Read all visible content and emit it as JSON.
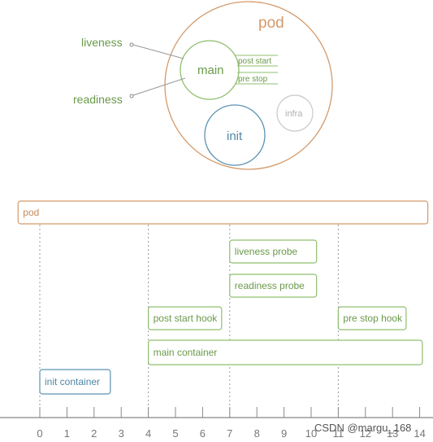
{
  "colors": {
    "pod": "#d49a6a",
    "main": "#8fbf6e",
    "init": "#5b92b0",
    "infra": "#c9c9c9",
    "axis": "#888888",
    "label_green": "#6a9a4a",
    "label_blue": "#4f86a5"
  },
  "top_diagram": {
    "pod_label": "pod",
    "main_label": "main",
    "init_label": "init",
    "infra_label": "infra",
    "liveness_label": "liveness",
    "readiness_label": "readiness",
    "post_start_label": "post start",
    "pre_stop_label": "pre stop"
  },
  "timeline": {
    "bars": [
      {
        "label": "pod",
        "start": -0.8,
        "end": 14.3,
        "color": "pod"
      },
      {
        "label": "liveness probe",
        "start": 7,
        "end": 10.2,
        "color": "main"
      },
      {
        "label": "readiness probe",
        "start": 7,
        "end": 10.2,
        "color": "main"
      },
      {
        "label": "post start hook",
        "start": 4,
        "end": 6.7,
        "color": "main"
      },
      {
        "label": "pre stop hook",
        "start": 11,
        "end": 13.5,
        "color": "main"
      },
      {
        "label": "main container",
        "start": 4,
        "end": 14.1,
        "color": "main"
      },
      {
        "label": "init container",
        "start": 0,
        "end": 2.6,
        "color": "init"
      }
    ],
    "markers": [
      0,
      4,
      7,
      11
    ],
    "ticks": [
      "0",
      "1",
      "2",
      "3",
      "4",
      "5",
      "6",
      "7",
      "8",
      "9",
      "10",
      "11",
      "12",
      "13",
      "14"
    ]
  },
  "watermark": "CSDN @margu_168"
}
